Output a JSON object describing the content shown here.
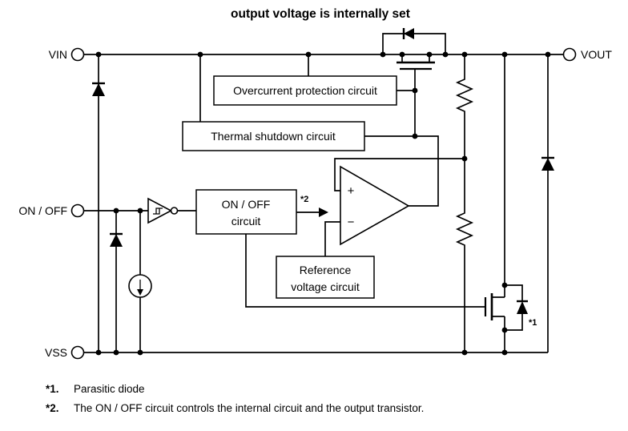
{
  "title": "output voltage is internally set",
  "pins": {
    "vin": "VIN",
    "vout": "VOUT",
    "on_off": "ON / OFF",
    "vss": "VSS"
  },
  "blocks": {
    "overcurrent": "Overcurrent protection circuit",
    "thermal": "Thermal shutdown circuit",
    "on_off_l1": "ON / OFF",
    "on_off_l2": "circuit",
    "reference_l1": "Reference",
    "reference_l2": "voltage circuit"
  },
  "opamp": {
    "plus": "+",
    "minus": "−"
  },
  "markers": {
    "note1": "*1",
    "note2": "*2"
  },
  "notes": {
    "n1_ref": "*1.",
    "n1_text": "Parasitic diode",
    "n2_ref": "*2.",
    "n2_text": "The ON / OFF circuit controls the internal circuit and the output transistor."
  },
  "colors": {
    "line": "#000000",
    "background": "#ffffff"
  }
}
